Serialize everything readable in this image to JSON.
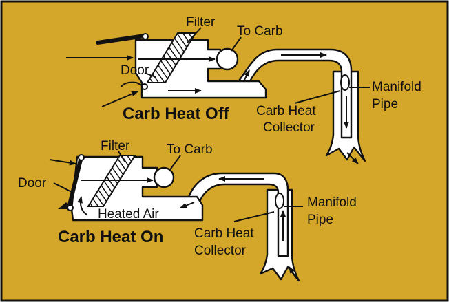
{
  "colors": {
    "background": "#d4a62a",
    "line": "#111111",
    "pipe_fill": "#ffffff"
  },
  "top": {
    "title": "Carb Heat Off",
    "filter": "Filter",
    "to_carb": "To Carb",
    "door": "Door",
    "manifold_line1": "Manifold",
    "manifold_line2": "Pipe",
    "collector_line1": "Carb Heat",
    "collector_line2": "Collector"
  },
  "bottom": {
    "title": "Carb Heat On",
    "filter": "Filter",
    "to_carb": "To Carb",
    "door": "Door",
    "heated_air": "Heated Air",
    "manifold_line1": "Manifold",
    "manifold_line2": "Pipe",
    "collector_line1": "Carb Heat",
    "collector_line2": "Collector"
  }
}
